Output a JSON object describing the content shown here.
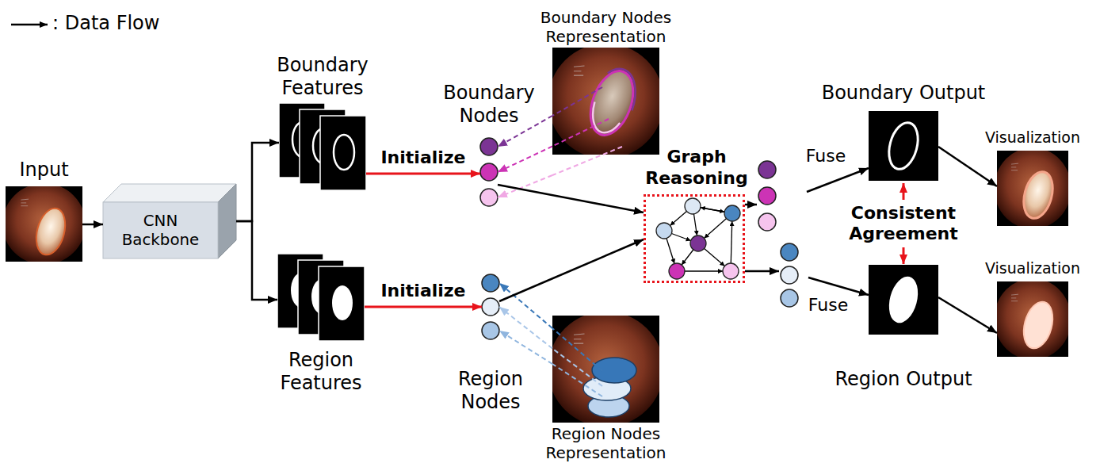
{
  "diagram": {
    "nodes": [
      {
        "text": [
          "Input"
        ]
      },
      {
        "text": [
          "CNN Backbone"
        ]
      },
      {
        "text": [
          "Boundary Features"
        ]
      },
      {
        "text": [
          "Region Features"
        ]
      },
      {
        "text": [
          "Boundary Nodes"
        ]
      },
      {
        "text": [
          "Boundary Nodes Representation"
        ]
      },
      {
        "text": [
          "Region Nodes"
        ]
      },
      {
        "text": [
          "Region Nodes Representation"
        ]
      },
      {
        "text": [
          "Graph Reasoning"
        ]
      },
      {
        "text": [
          "Boundary Output"
        ]
      },
      {
        "text": [
          "Region Output"
        ]
      },
      {
        "text": [
          "Visualization"
        ]
      },
      {
        "text": [
          "Visualization"
        ]
      }
    ],
    "edges": [
      {
        "from": 0,
        "to": 1,
        "arrow": "to"
      },
      {
        "from": 1,
        "to": 2,
        "arrow": "to"
      },
      {
        "from": 1,
        "to": 3,
        "arrow": "to"
      },
      {
        "from": 2,
        "to": 4,
        "label": "Initialize",
        "arrow": "to"
      },
      {
        "from": 3,
        "to": 6,
        "label": "Initialize",
        "arrow": "to"
      },
      {
        "from": 5,
        "to": 4,
        "arrow": "to"
      },
      {
        "from": 7,
        "to": 6,
        "arrow": "to"
      },
      {
        "from": 4,
        "to": 8,
        "arrow": "to"
      },
      {
        "from": 6,
        "to": 8,
        "arrow": "to"
      },
      {
        "from": 8,
        "to": 9,
        "label": "Fuse",
        "arrow": "to"
      },
      {
        "from": 8,
        "to": 10,
        "label": "Fuse",
        "arrow": "to"
      },
      {
        "from": 9,
        "to": 11,
        "arrow": "to"
      },
      {
        "from": 10,
        "to": 12,
        "arrow": "to"
      }
    ],
    "labels": [
      "Consistent Agreement"
    ],
    "legend": [
      {
        "text": ": Data Flow"
      }
    ]
  }
}
